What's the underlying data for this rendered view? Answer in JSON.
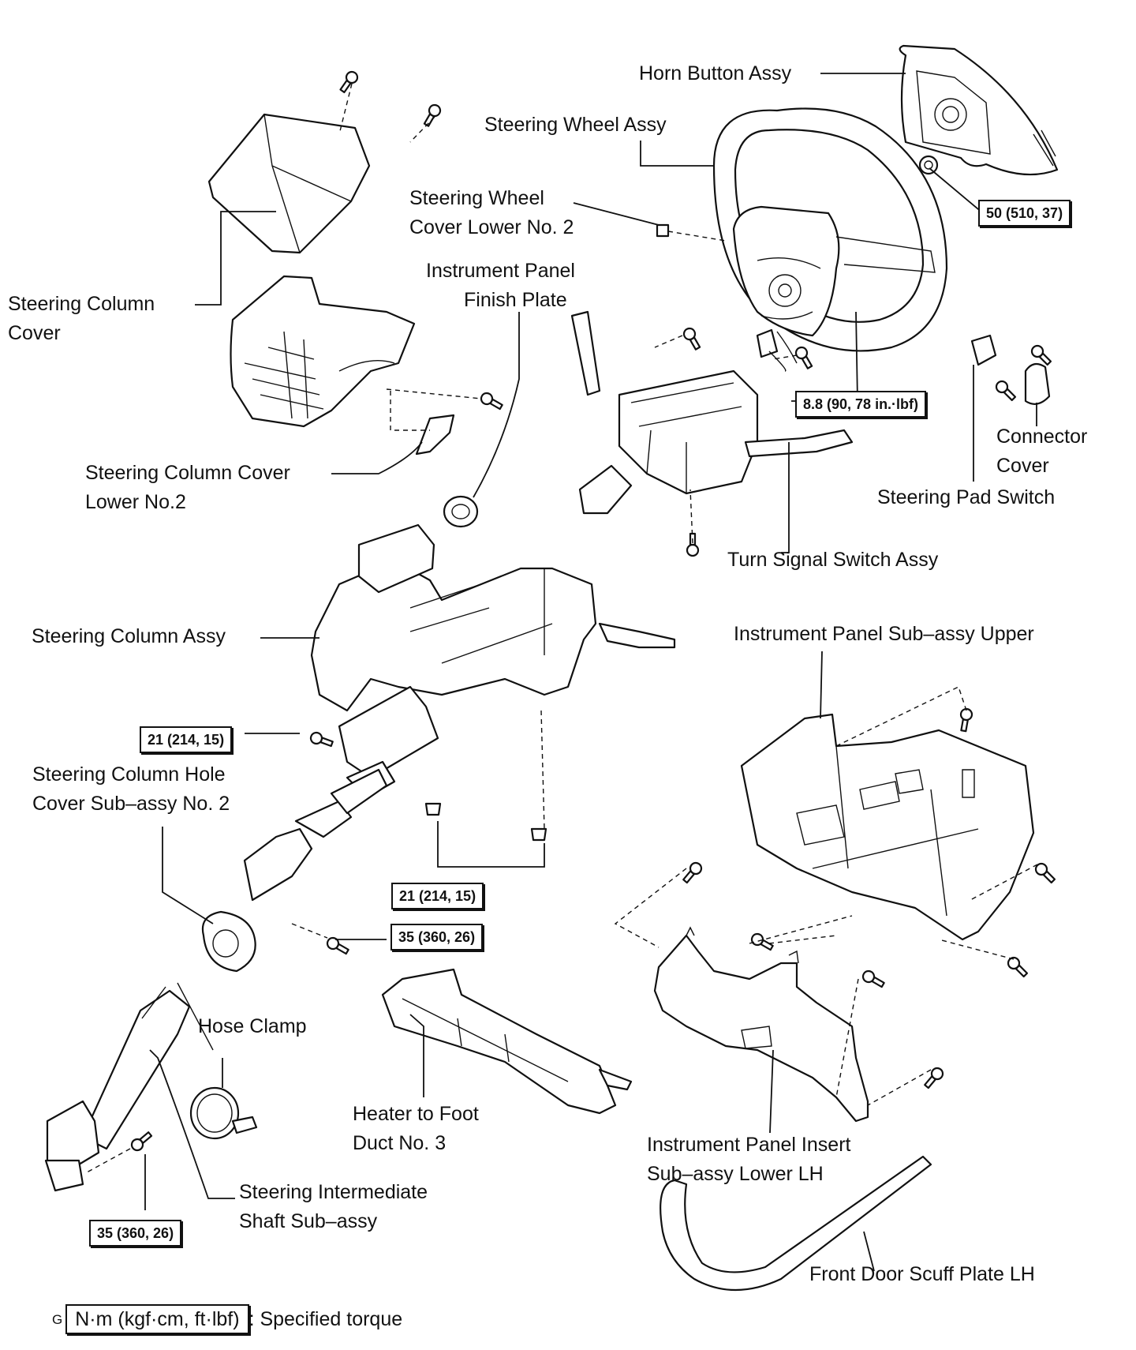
{
  "labels": {
    "horn_button_assy": "Horn Button Assy",
    "steering_wheel_assy": "Steering Wheel Assy",
    "steering_wheel_cover_lower_no2_l1": "Steering Wheel",
    "steering_wheel_cover_lower_no2_l2": "Cover Lower No. 2",
    "instrument_panel_finish_plate_l1": "Instrument Panel",
    "instrument_panel_finish_plate_l2": "Finish Plate",
    "steering_column_cover_l1": "Steering Column",
    "steering_column_cover_l2": "Cover",
    "steering_column_cover_lower_no2_l1": "Steering Column Cover",
    "steering_column_cover_lower_no2_l2": "Lower No.2",
    "connector_cover_l1": "Connector",
    "connector_cover_l2": "Cover",
    "steering_pad_switch": "Steering Pad Switch",
    "turn_signal_switch_assy": "Turn Signal Switch Assy",
    "steering_column_assy": "Steering Column Assy",
    "instrument_panel_sub_assy_upper": "Instrument Panel Sub–assy Upper",
    "steering_column_hole_cover_l1": "Steering Column Hole",
    "steering_column_hole_cover_l2": "Cover Sub–assy No. 2",
    "hose_clamp": "Hose Clamp",
    "heater_to_foot_duct_l1": "Heater to Foot",
    "heater_to_foot_duct_l2": "Duct No. 3",
    "instrument_panel_insert_l1": "Instrument Panel Insert",
    "instrument_panel_insert_l2": "Sub–assy Lower LH",
    "steering_intermediate_shaft_l1": "Steering Intermediate",
    "steering_intermediate_shaft_l2": "Shaft Sub–assy",
    "front_door_scuff_plate_lh": "Front Door Scuff Plate LH"
  },
  "torques": {
    "horn_nut": "50 (510, 37)",
    "wheel_screw": "8.8 (90, 78 in.·lbf)",
    "column_bolt_upper": "21 (214, 15)",
    "column_nuts": "21 (214, 15)",
    "shaft_bolt_upper": "35 (360, 26)",
    "shaft_bolt_lower": "35 (360, 26)"
  },
  "legend": {
    "code": "G",
    "unit": "N·m (kgf·cm, ft·lbf)",
    "text": ": Specified torque"
  }
}
